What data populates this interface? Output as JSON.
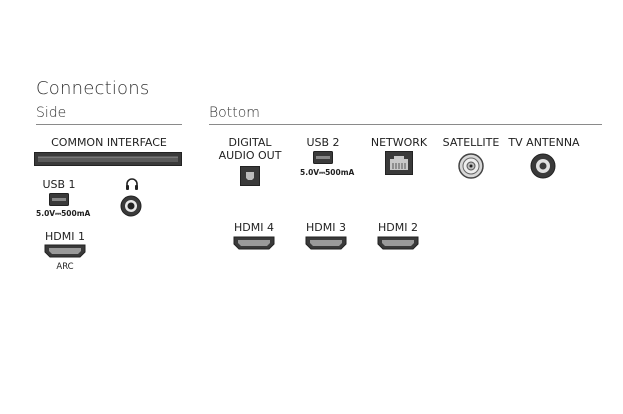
{
  "title": "Connections",
  "sections": {
    "side": "Side",
    "bottom": "Bottom"
  },
  "side": {
    "common_interface": "COMMON INTERFACE",
    "usb1": {
      "label": "USB 1",
      "spec": "5.0V⎓500mA"
    },
    "headphone_icon": "headphone-icon",
    "hdmi1": {
      "label": "HDMI 1",
      "sub": "ARC"
    }
  },
  "bottom": {
    "digital_audio_out": [
      "DIGITAL",
      "AUDIO OUT"
    ],
    "usb2": {
      "label": "USB 2",
      "spec": "5.0V⎓500mA"
    },
    "network": "NETWORK",
    "satellite": "SATELLITE",
    "tv_antenna": "TV ANTENNA",
    "hdmi4": "HDMI 4",
    "hdmi3": "HDMI 3",
    "hdmi2": "HDMI 2"
  },
  "colors": {
    "port_dark": "#3a3a3a",
    "rule": "#8a8a8a",
    "text": "#222222"
  }
}
